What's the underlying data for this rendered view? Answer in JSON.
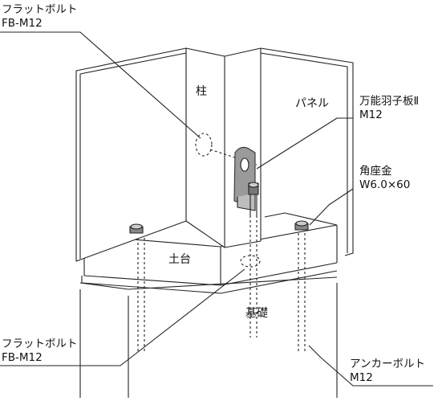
{
  "labels": {
    "pillar": "柱",
    "panel": "パネル",
    "sill": "土台",
    "foundation": "基礎"
  },
  "callouts": {
    "flat_bolt_top": {
      "line1": "フラットボルト",
      "line2": "FB-M12"
    },
    "bracket": {
      "line1": "万能羽子板Ⅱ",
      "line2": "M12"
    },
    "square_washer": {
      "line1": "角座金",
      "line2": "W6.0×60"
    },
    "flat_bolt_bottom": {
      "line1": "フラットボルト",
      "line2": "FB-M12"
    },
    "anchor_bolt": {
      "line1": "アンカーボルト",
      "line2": "M12"
    }
  }
}
